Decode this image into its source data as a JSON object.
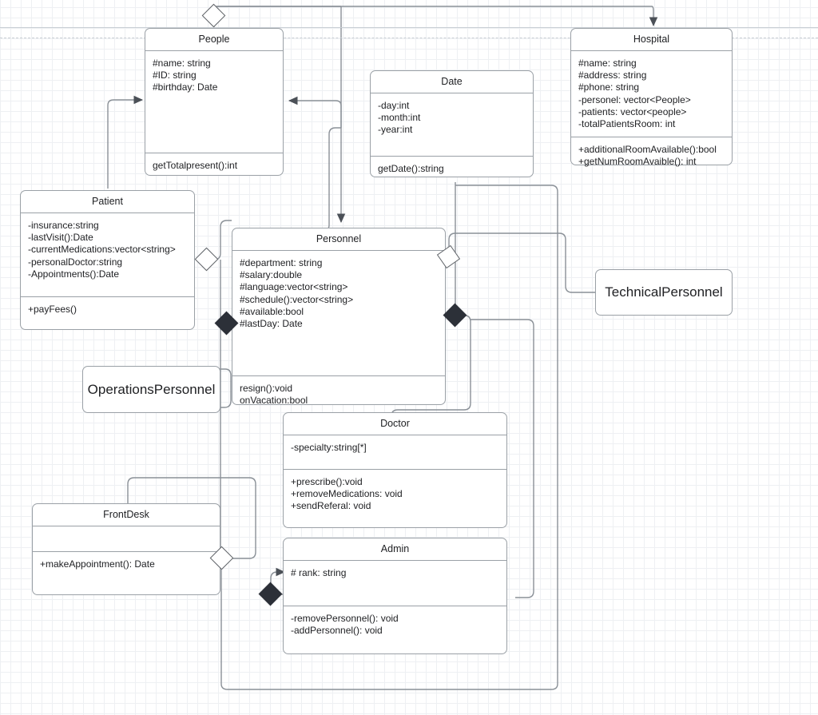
{
  "diagram": {
    "kind": "uml-class-diagram",
    "background": "#ffffff",
    "grid_color": "#e2e6ea",
    "line_color": "#5f6368",
    "box_border": "#9aa0a6",
    "text_color": "#202124"
  },
  "classes": {
    "people": {
      "name": "People",
      "attributes": [
        "#name: string",
        "#ID: string",
        "#birthday: Date"
      ],
      "operations": [
        "getTotalpresent():int"
      ]
    },
    "hospital": {
      "name": "Hospital",
      "attributes": [
        "#name: string",
        "#address: string",
        "#phone: string",
        "-personel: vector<People>",
        "-patients: vector<people>",
        "-totalPatientsRoom: int"
      ],
      "operations": [
        "+additionalRoomAvailable():bool",
        "+getNumRoomAvaible(): int"
      ]
    },
    "date": {
      "name": "Date",
      "attributes": [
        "-day:int",
        "-month:int",
        "-year:int"
      ],
      "operations": [
        "getDate():string"
      ]
    },
    "patient": {
      "name": "Patient",
      "attributes": [
        "-insurance:string",
        "-lastVisit():Date",
        "-currentMedications:vector<string>",
        "-personalDoctor:string",
        "-Appointments():Date"
      ],
      "operations": [
        "+payFees()"
      ]
    },
    "personnel": {
      "name": "Personnel",
      "attributes": [
        "#department: string",
        "#salary:double",
        "#language:vector<string>",
        "#schedule():vector<string>",
        "#available:bool",
        "#lastDay: Date"
      ],
      "operations": [
        "resign():void",
        "onVacation:bool"
      ]
    },
    "doctor": {
      "name": "Doctor",
      "attributes": [
        "-specialty:string[*]"
      ],
      "operations": [
        "+prescribe():void",
        "+removeMedications: void",
        "+sendReferal: void"
      ]
    },
    "admin": {
      "name": "Admin",
      "attributes": [
        "# rank: string"
      ],
      "operations": [
        "-removePersonnel(): void",
        "-addPersonnel(): void"
      ]
    },
    "frontdesk": {
      "name": "FrontDesk",
      "attributes": [],
      "operations": [
        "+makeAppointment(): Date"
      ]
    },
    "operations_personnel": {
      "name": "OperationsPersonnel"
    },
    "technical_personnel": {
      "name": "TechnicalPersonnel"
    }
  },
  "relationships": [
    {
      "id": "rel-hospital-aggregates-people",
      "type": "aggregation",
      "marker": "hollow-diamond",
      "source": "hospital",
      "target": "people"
    },
    {
      "id": "rel-people-to-hospital",
      "type": "generalization",
      "marker": "solid-arrow",
      "source": "people",
      "target": "hospital"
    },
    {
      "id": "rel-patient-to-people",
      "type": "generalization",
      "marker": "solid-arrow",
      "source": "patient",
      "target": "people"
    },
    {
      "id": "rel-date-to-people",
      "type": "association",
      "marker": "solid-arrow",
      "source": "date",
      "target": "people"
    },
    {
      "id": "rel-people-to-personnel",
      "type": "generalization",
      "marker": "solid-arrow",
      "source": "people",
      "target": "personnel"
    },
    {
      "id": "rel-patient-aggregation-personnel",
      "type": "aggregation",
      "marker": "hollow-diamond",
      "source": "patient",
      "target": "personnel"
    },
    {
      "id": "rel-personnel-composition-doctor",
      "type": "composition",
      "marker": "filled-diamond",
      "source": "personnel",
      "target": "doctor"
    },
    {
      "id": "rel-personnel-composition-left",
      "type": "composition",
      "marker": "filled-diamond",
      "source": "personnel",
      "target": "operations_personnel"
    },
    {
      "id": "rel-personnel-aggregation-technical",
      "type": "aggregation",
      "marker": "hollow-diamond",
      "source": "personnel",
      "target": "technical_personnel"
    },
    {
      "id": "rel-frontdesk-aggregation",
      "type": "aggregation",
      "marker": "hollow-diamond",
      "source": "frontdesk",
      "target": "personnel"
    },
    {
      "id": "rel-admin-composition",
      "type": "composition",
      "marker": "filled-diamond",
      "source": "admin",
      "target": "personnel"
    }
  ]
}
